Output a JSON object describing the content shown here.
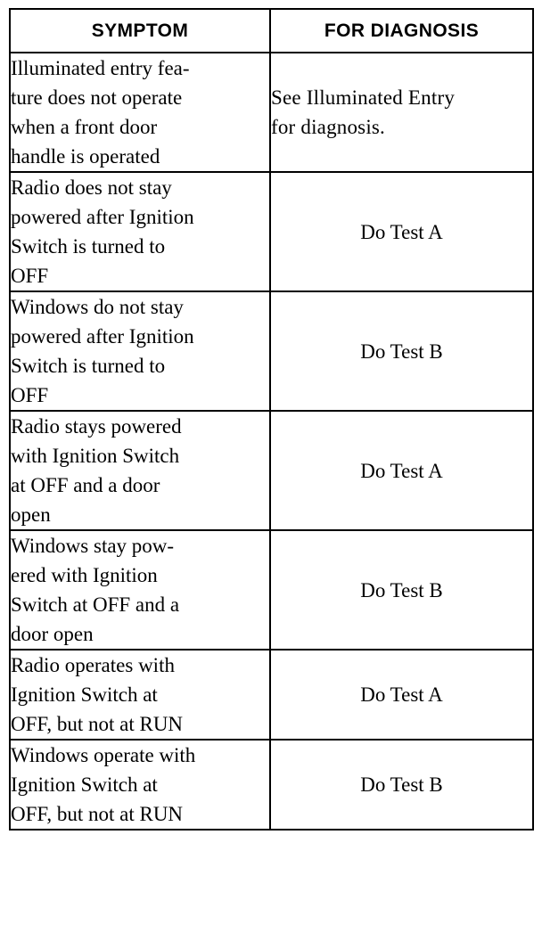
{
  "table": {
    "headers": [
      {
        "label": "SYMPTOM",
        "name": "symptom"
      },
      {
        "label": "FOR DIAGNOSIS",
        "name": "for-diagnosis"
      }
    ],
    "rows": [
      {
        "symptom_lines": [
          "Illuminated entry fea-",
          "ture does not operate",
          "when a front door",
          "handle is operated"
        ],
        "symptom_text": "Illuminated entry feature does not operate when a front door handle is operated",
        "diagnosis_lines": [
          "See Illuminated Entry",
          "for diagnosis."
        ],
        "diagnosis_text": "See Illuminated Entry for diagnosis.",
        "diagnosis_align": "left"
      },
      {
        "symptom_lines": [
          "Radio does not stay",
          "powered after Ignition",
          "Switch is turned to",
          "OFF"
        ],
        "symptom_text": "Radio does not stay powered after Ignition Switch is turned to OFF",
        "diagnosis_lines": [
          "Do Test A"
        ],
        "diagnosis_text": "Do Test A",
        "diagnosis_align": "center"
      },
      {
        "symptom_lines": [
          "Windows do not stay",
          "powered after Ignition",
          "Switch is turned to",
          "OFF"
        ],
        "symptom_text": "Windows do not stay powered after Ignition Switch is turned to OFF",
        "diagnosis_lines": [
          "Do Test B"
        ],
        "diagnosis_text": "Do Test B",
        "diagnosis_align": "center"
      },
      {
        "symptom_lines": [
          "Radio stays powered",
          "with Ignition Switch",
          "at OFF and a door",
          "open"
        ],
        "symptom_text": "Radio stays powered with Ignition Switch at OFF and a door open",
        "diagnosis_lines": [
          "Do Test A"
        ],
        "diagnosis_text": "Do Test A",
        "diagnosis_align": "center"
      },
      {
        "symptom_lines": [
          "Windows stay pow-",
          "ered with Ignition",
          "Switch at OFF and a",
          "door open"
        ],
        "symptom_text": "Windows stay powered with Ignition Switch at OFF and a door open",
        "diagnosis_lines": [
          "Do Test B"
        ],
        "diagnosis_text": "Do Test B",
        "diagnosis_align": "center"
      },
      {
        "symptom_lines": [
          "Radio operates with",
          "Ignition Switch at",
          "OFF, but not at RUN"
        ],
        "symptom_text": "Radio operates with Ignition Switch at OFF, but not at RUN",
        "diagnosis_lines": [
          "Do Test A"
        ],
        "diagnosis_text": "Do Test A",
        "diagnosis_align": "center"
      },
      {
        "symptom_lines": [
          "Windows operate with",
          "Ignition Switch at",
          "OFF, but not at RUN"
        ],
        "symptom_text": "Windows operate with Ignition Switch at OFF, but not at RUN",
        "diagnosis_lines": [
          "Do Test B"
        ],
        "diagnosis_text": "Do Test B",
        "diagnosis_align": "center"
      }
    ]
  },
  "colors": {
    "text": "#000000",
    "background": "#ffffff",
    "border": "#000000"
  }
}
